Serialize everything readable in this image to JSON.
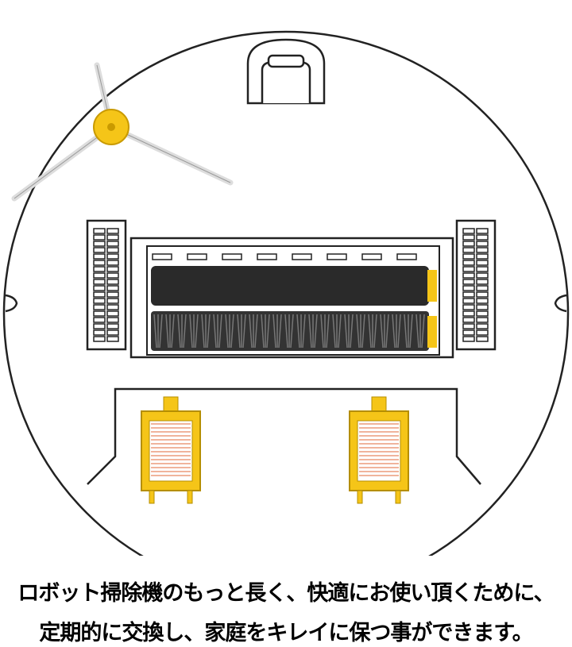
{
  "caption": {
    "line1": "ロボット掃除機のもっと長く、快適にお使い頂くために、",
    "line2": "定期的に交換し、家庭をキレイに保つ事ができます。"
  },
  "colors": {
    "filter_yellow": "#f5c518",
    "brush_black": "#2a2a2a",
    "outline": "#222222"
  },
  "illustration": {
    "filters_count": 2,
    "side_brush_count": 1,
    "main_brush_count": 1
  }
}
